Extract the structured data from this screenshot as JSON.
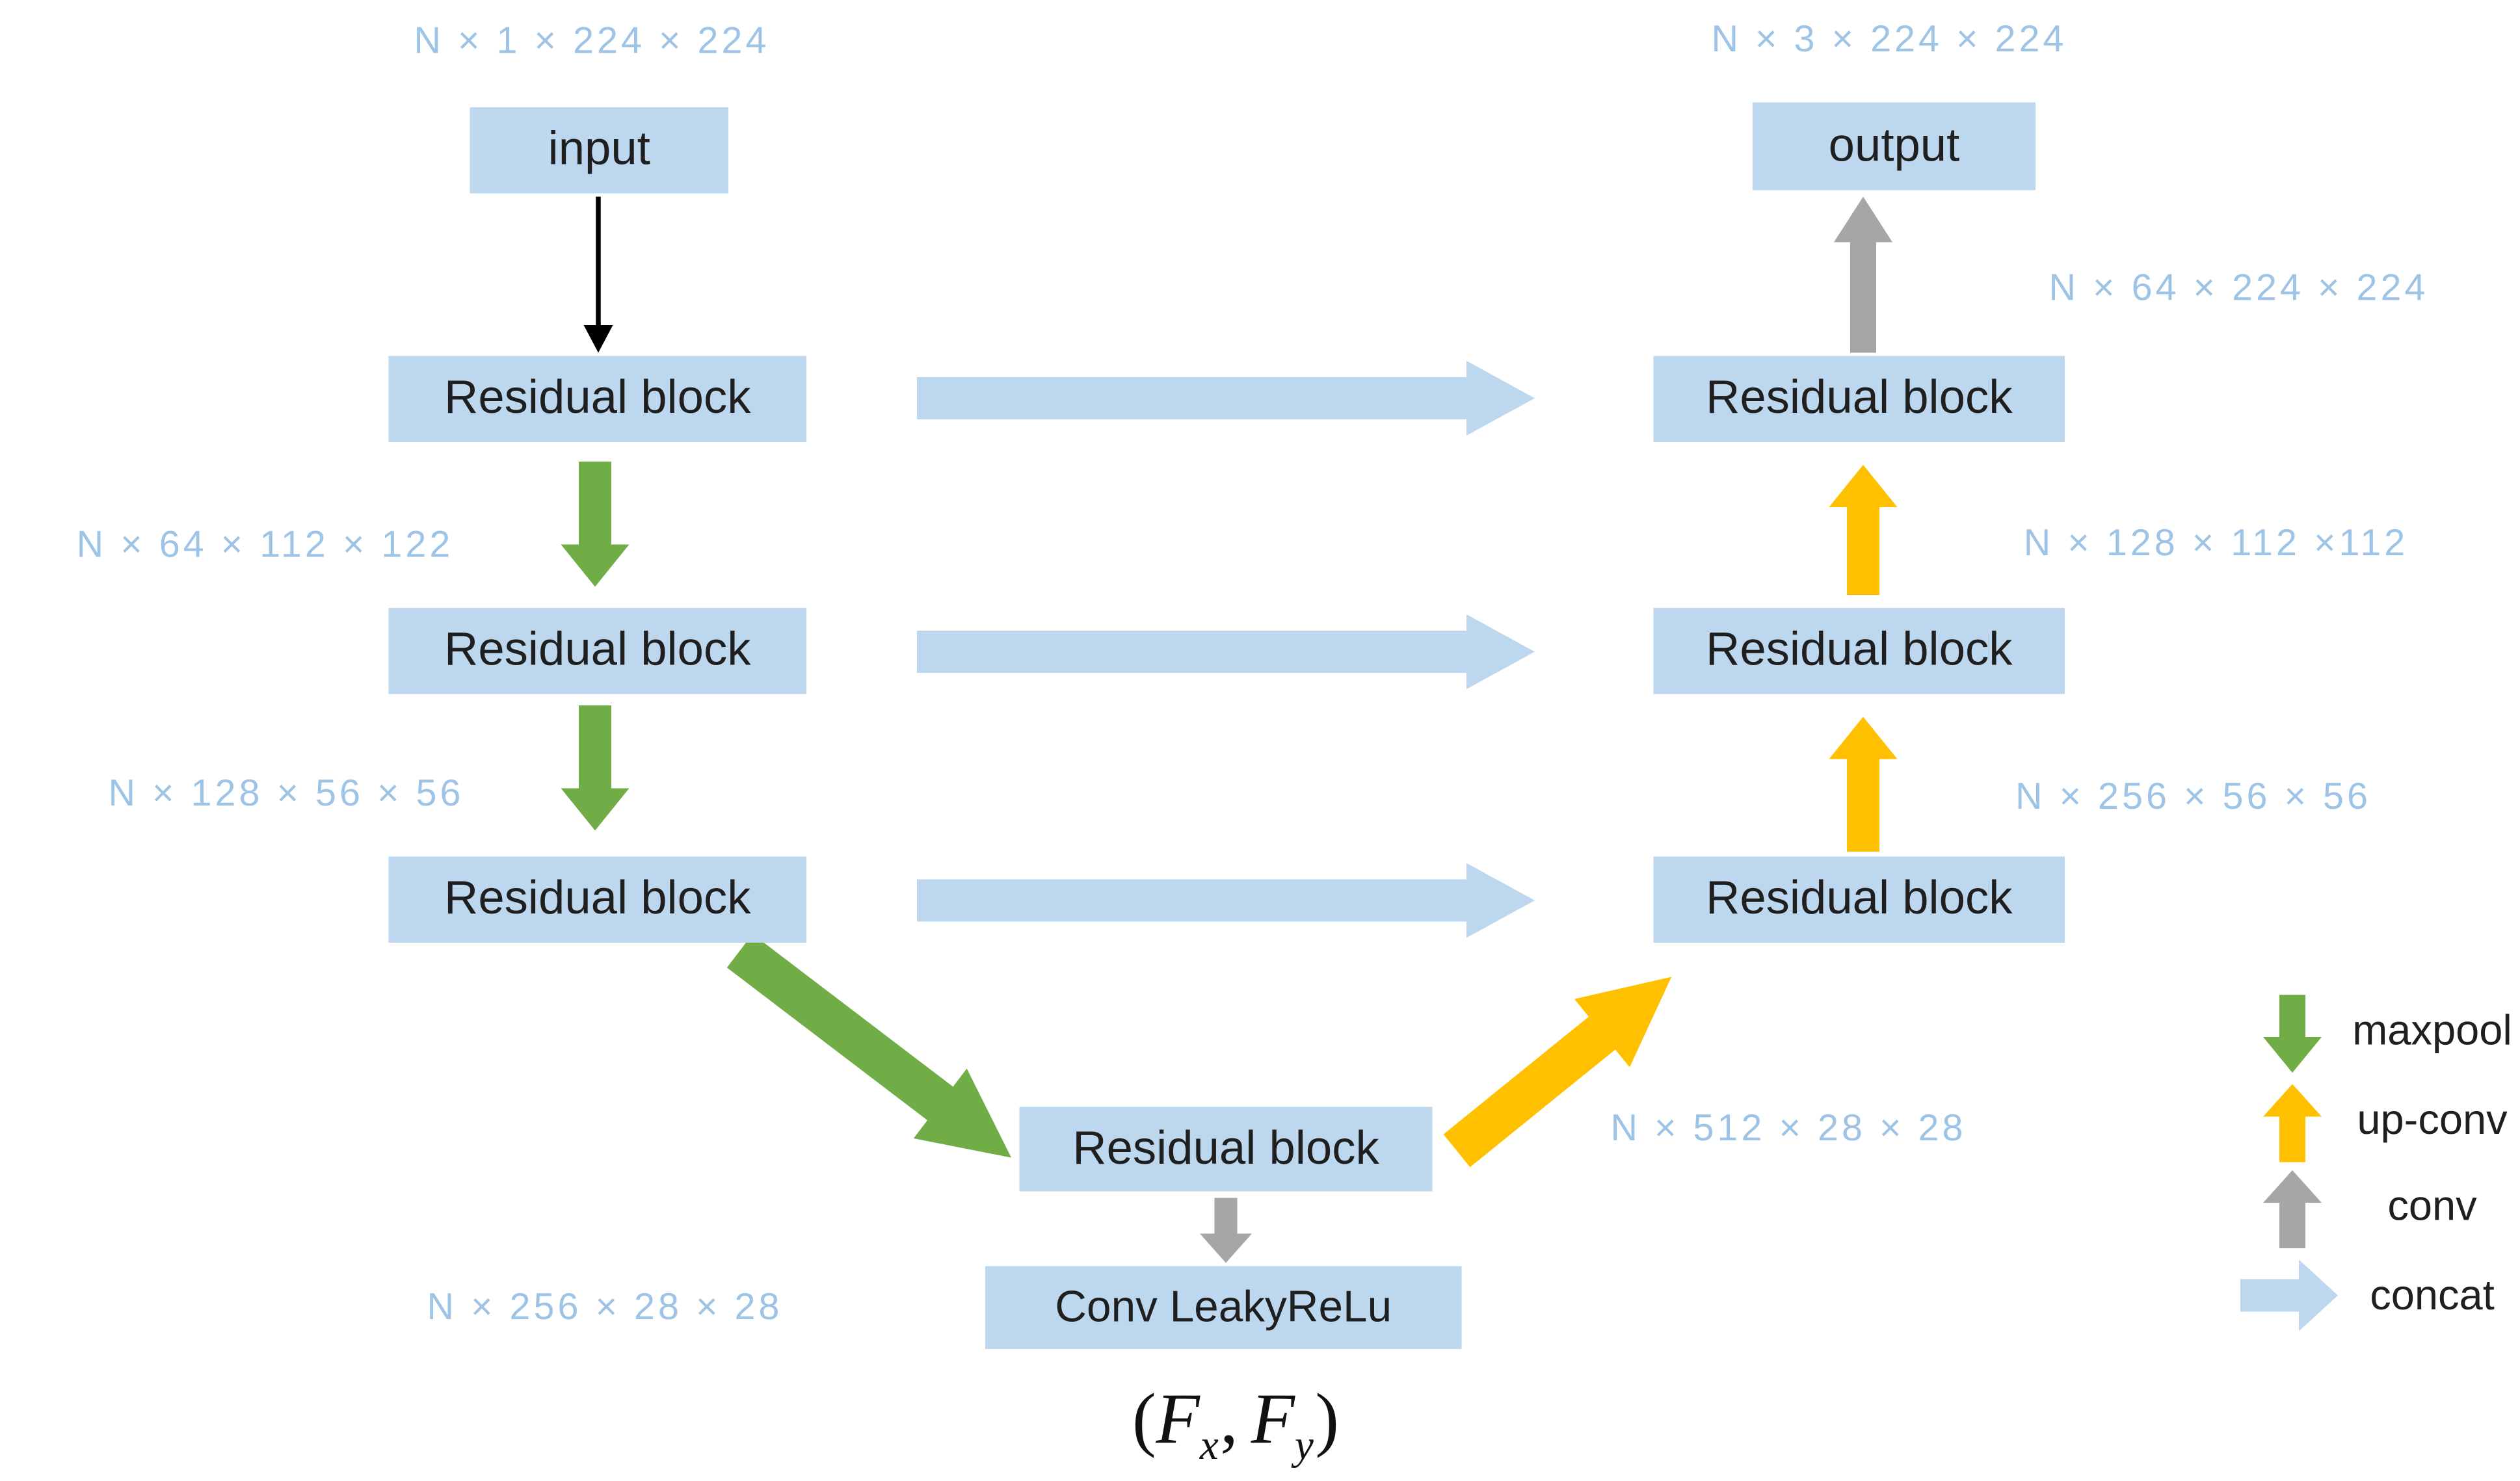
{
  "colors": {
    "box_fill": "#BDD7EE",
    "dim_text": "#9DC3E6",
    "box_text": "#1F1F1F",
    "maxpool": "#70AD47",
    "upconv": "#FFC000",
    "conv": "#A6A6A6",
    "concat": "#BDD7EE",
    "input_arrow": "#000000"
  },
  "nodes": {
    "input": "input",
    "output": "output",
    "residual_block": "Residual block",
    "conv_leakyrelu": "Conv LeakyReLu"
  },
  "dims": {
    "input_top": "N × 1 × 224 × 224",
    "enc_64": "N × 64 × 112 × 122",
    "enc_128": "N × 128 × 56 × 56",
    "enc_256": "N × 256 × 28 × 28",
    "dec_512": "N × 512 × 28 × 28",
    "dec_256": "N × 256 × 56 × 56",
    "dec_128": "N × 128 × 112 ×112",
    "dec_64": "N × 64 × 224 × 224",
    "output_top": "N × 3 × 224 × 224"
  },
  "flow_field": {
    "open": "(",
    "f": "F",
    "x": "x",
    "comma": ",",
    "y": "y",
    "close": ")"
  },
  "legend": {
    "items": [
      {
        "label": "maxpool",
        "icon": "arrow-down-icon",
        "color": "#70AD47"
      },
      {
        "label": "up-conv",
        "icon": "arrow-up-icon",
        "color": "#FFC000"
      },
      {
        "label": "conv",
        "icon": "arrow-up-icon",
        "color": "#A6A6A6"
      },
      {
        "label": "concat",
        "icon": "arrow-right-icon",
        "color": "#BDD7EE"
      }
    ]
  }
}
